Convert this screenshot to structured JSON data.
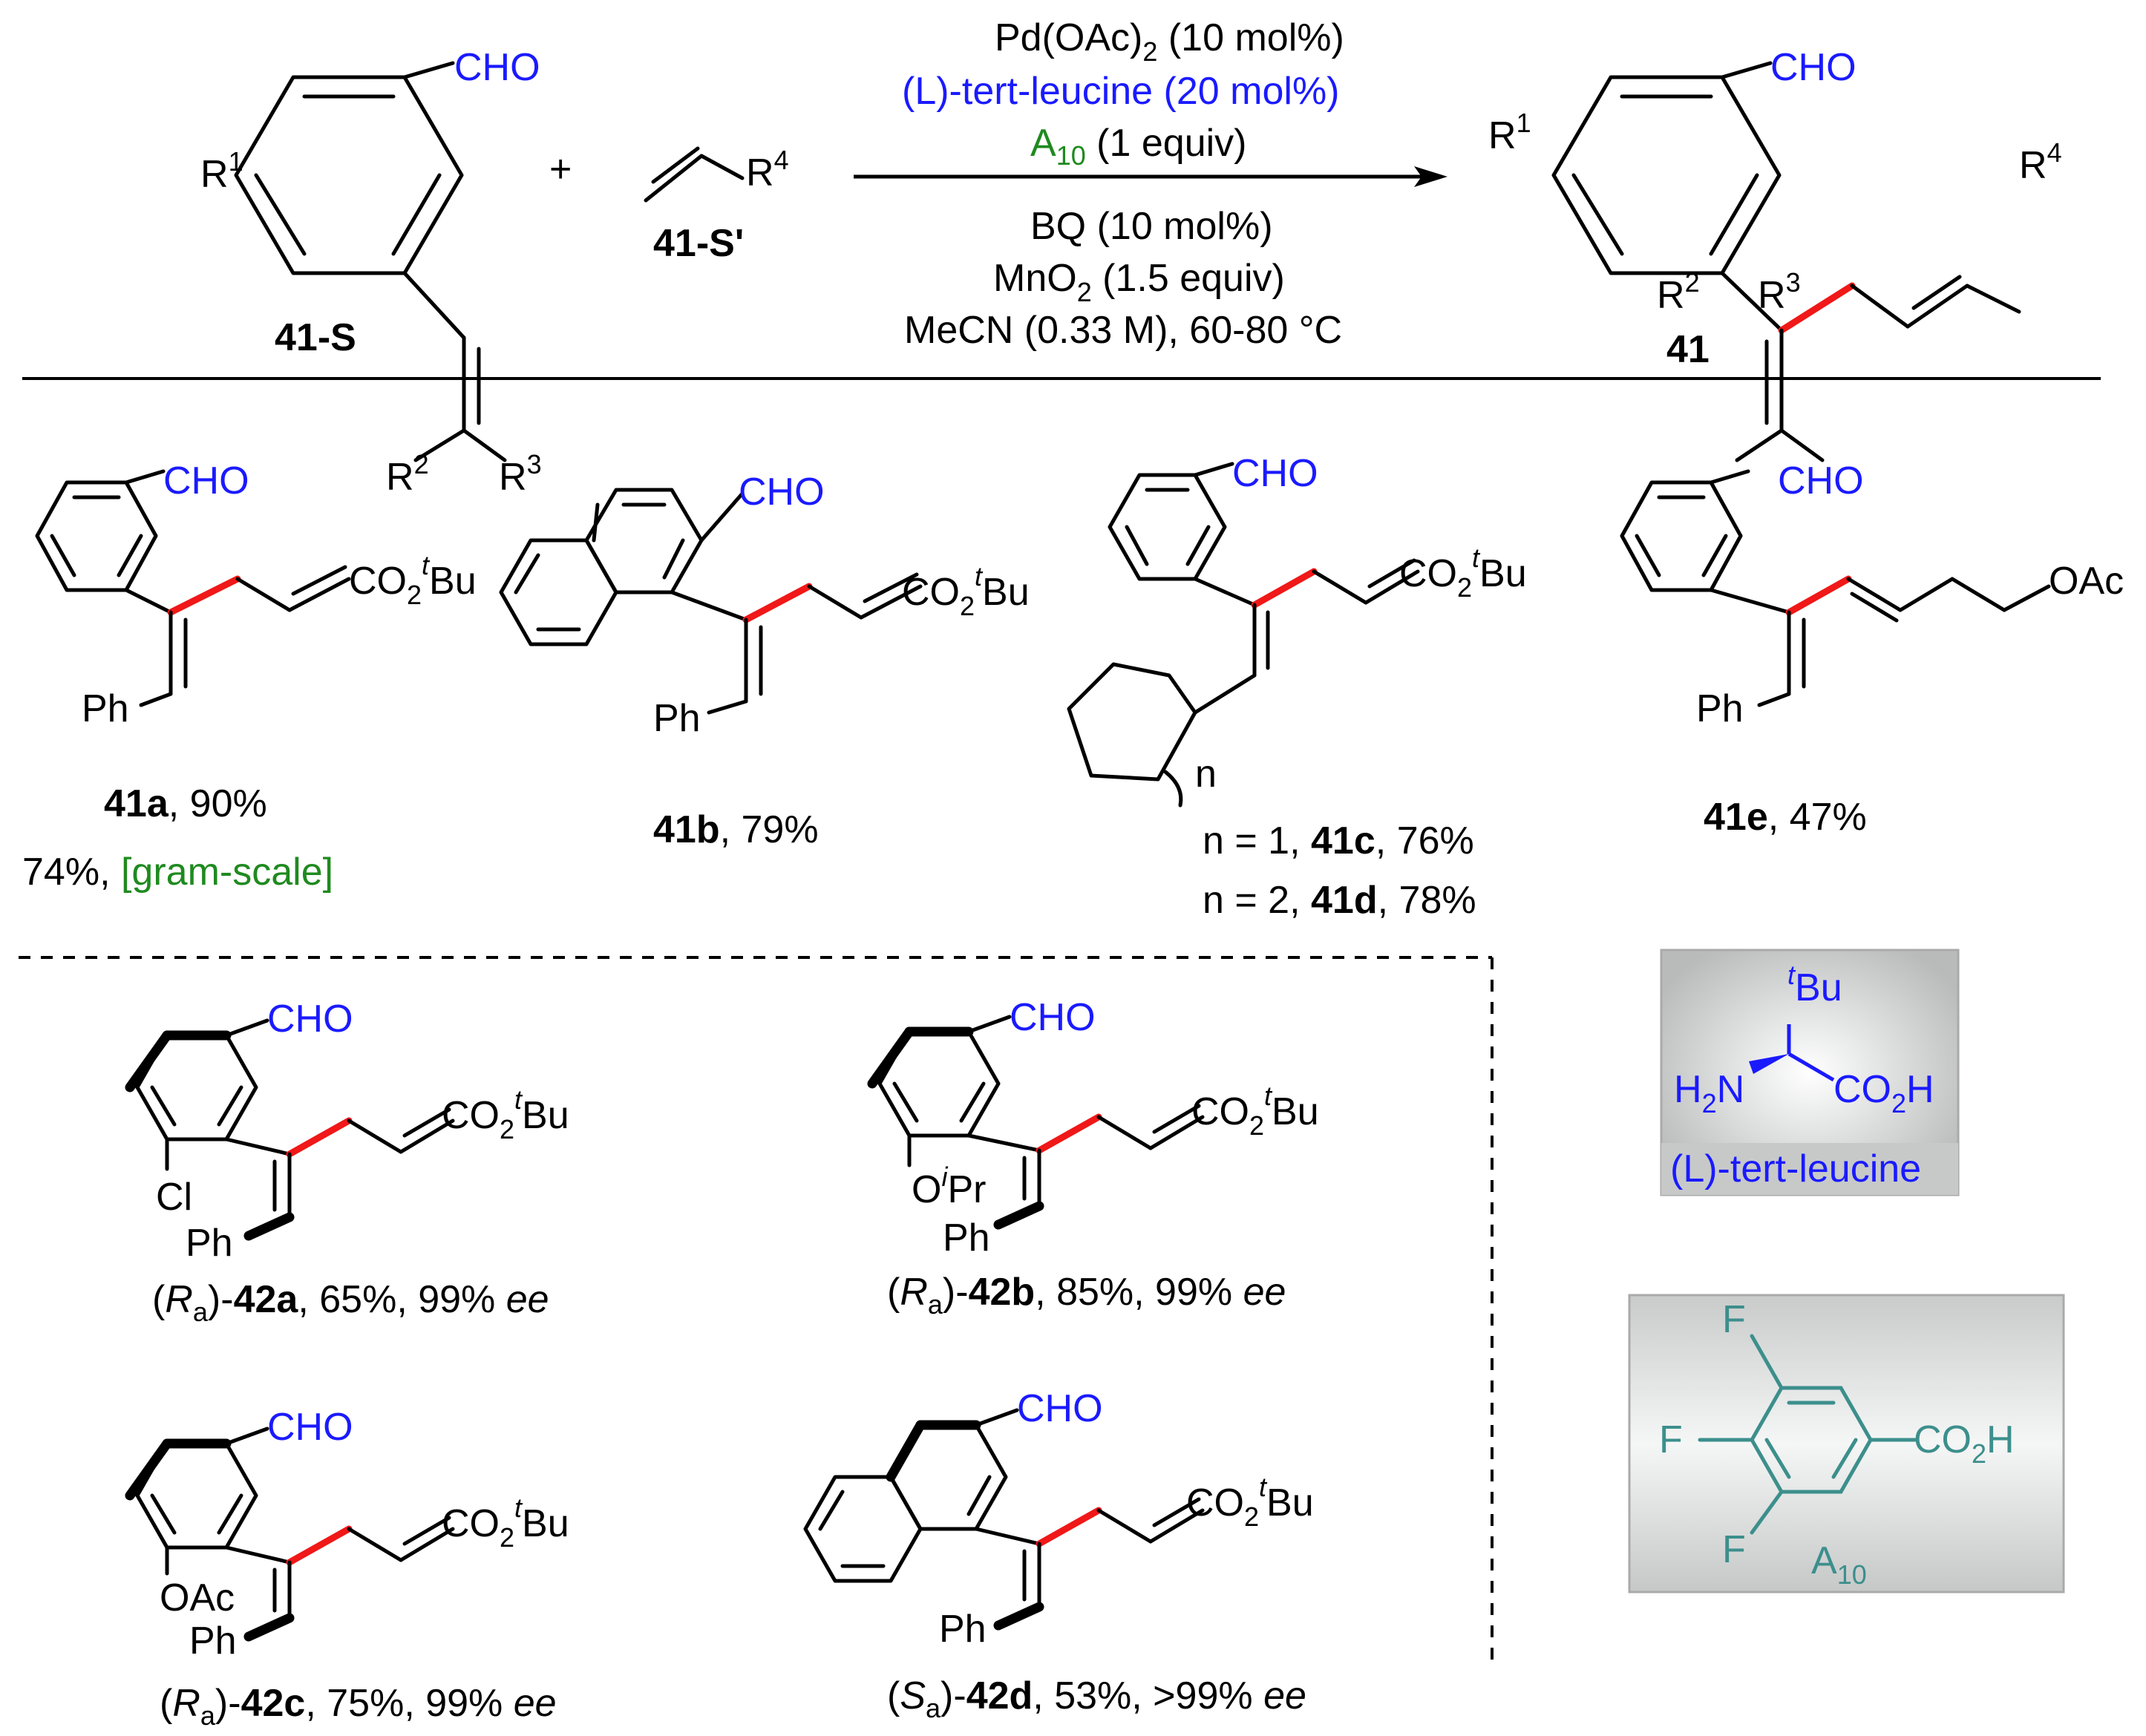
{
  "reaction": {
    "reagents_above": [
      "Pd(OAc)2 (10 mol%)",
      "(L)-tert-leucine (20 mol%)",
      "A10 (1 equiv)"
    ],
    "reagents_below": [
      "BQ (10 mol%)",
      "MnO2 (1.5 equiv)",
      "MeCN (0.33 M), 60-80 °C"
    ],
    "substrate_label": "41-S",
    "olefin_label": "41-S'",
    "product_label": "41",
    "plus": "+"
  },
  "atom_labels": {
    "cho": "CHO",
    "r1": "R",
    "r2": "R",
    "r3": "R",
    "r4": "R",
    "ph": "Ph",
    "co2tbu": "CO2tBu",
    "oac": "OAc",
    "cl": "Cl",
    "oipr": "OiPr",
    "n": "n"
  },
  "products": [
    {
      "id": "41a",
      "yield": "90%",
      "extra": "74%, [gram-scale]"
    },
    {
      "id": "41b",
      "yield": "79%"
    },
    {
      "id": "41c",
      "yield": "76%",
      "n": "n = 1"
    },
    {
      "id": "41d",
      "yield": "78%",
      "n": "n = 2"
    },
    {
      "id": "41e",
      "yield": "47%"
    },
    {
      "id": "42a",
      "config": "Ra",
      "yield": "65%",
      "ee": "99% ee"
    },
    {
      "id": "42b",
      "config": "Ra",
      "yield": "85%",
      "ee": "99% ee"
    },
    {
      "id": "42c",
      "config": "Ra",
      "yield": "75%",
      "ee": "99% ee"
    },
    {
      "id": "42d",
      "config": "Sa",
      "yield": "53%",
      "ee": ">99% ee"
    }
  ],
  "ligand_box": {
    "tbu": "tBu",
    "h2n": "H2N",
    "co2h": "CO2H",
    "name": "(L)-tert-leucine"
  },
  "acid_box": {
    "f": "F",
    "co2h": "CO2H",
    "name": "A10"
  },
  "colors": {
    "cho": "#1a1aff",
    "ligand": "#1a1aff",
    "green": "#1f8a1f",
    "acid": "#3c8f8c",
    "new_bond": "#f01818"
  }
}
